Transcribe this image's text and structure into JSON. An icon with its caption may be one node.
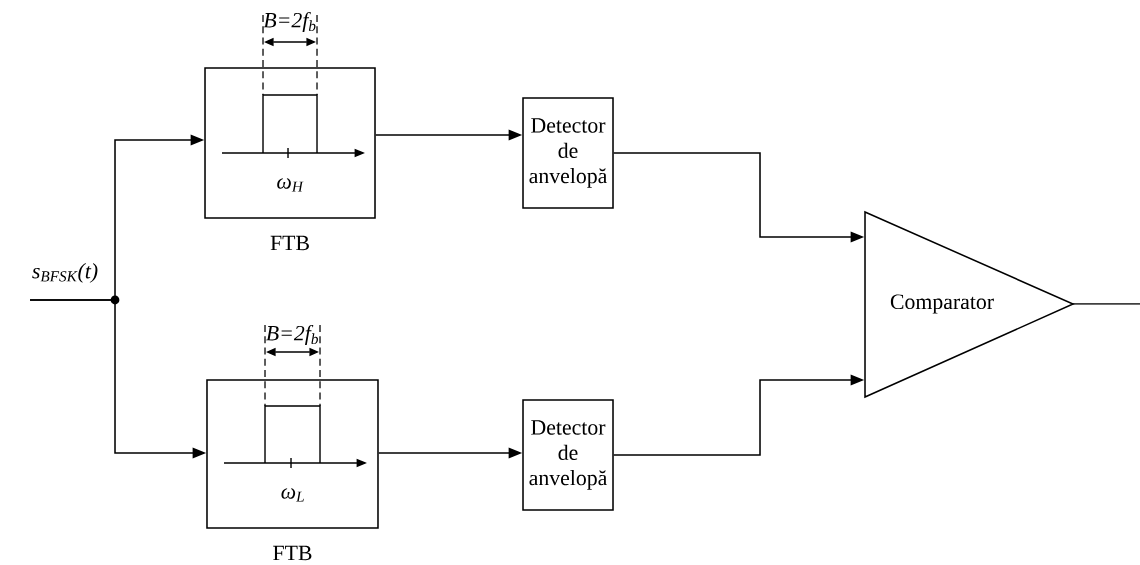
{
  "diagram": {
    "nodes": [
      {
        "text": [
          "ω$_{H}$",
          "FTB"
        ],
        "beside": [
          "B=2f$_{b}$"
        ]
      },
      {
        "text": [
          "ω$_{L}$",
          "FTB"
        ],
        "beside": [
          "B=2f$_{b}$"
        ]
      },
      {
        "text": [
          "Detector de anvelopă"
        ]
      },
      {
        "text": [
          "Detector de anvelopă"
        ]
      },
      {
        "text": [
          "Comparator"
        ]
      }
    ],
    "edges": [
      {
        "from": null,
        "to": 0,
        "arrow": "to"
      },
      {
        "from": null,
        "to": 1,
        "arrow": "to"
      },
      {
        "from": 0,
        "to": 2,
        "arrow": "to"
      },
      {
        "from": 1,
        "to": 3,
        "arrow": "to"
      },
      {
        "from": 2,
        "to": 4,
        "arrow": "to"
      },
      {
        "from": 3,
        "to": 4,
        "arrow": "to"
      },
      {
        "from": 4,
        "to": null,
        "arrow": "none"
      }
    ],
    "labels": [
      "s$_{BFSK}$(t)"
    ]
  }
}
